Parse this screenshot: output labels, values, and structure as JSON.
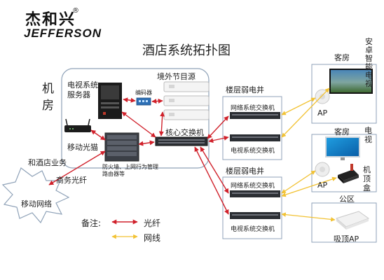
{
  "brand": {
    "name_cn": "杰和兴",
    "registered": "®",
    "name_en": "JEFFERSON"
  },
  "title": "酒店系统拓扑图",
  "machine_room": {
    "label_line1": "机",
    "label_line2": "房",
    "tv_server": {
      "line1": "电视系统",
      "line2": "服务器"
    },
    "encoder": "编码器",
    "external_source": "境外节目源",
    "core_switch": "核心交换机",
    "mobile_modem": "移动光猫",
    "firewall": {
      "line1": "防火墙、上网行为管理",
      "line2": "路由器等"
    }
  },
  "external": {
    "hotel_business": "和酒店业务",
    "business_fiber": "商务光纤",
    "mobile_network": "移动网络"
  },
  "floor_wells": [
    {
      "title": "楼层弱电井",
      "net_switch": "网络系统交换机",
      "tv_switch": "电视系统交换机"
    },
    {
      "title": "楼层弱电井",
      "net_switch": "网络系统交换机",
      "tv_switch": "电视系统交换机"
    }
  ],
  "rooms": [
    {
      "title": "客房",
      "tv_label": "安卓智能电视",
      "ap_label": "AP"
    },
    {
      "title": "客房",
      "tv_label": "电视",
      "stb_label": "机顶盒",
      "ap_label": "AP"
    }
  ],
  "public_area": {
    "title": "公区",
    "ap_label": "吸顶AP"
  },
  "legend": {
    "title": "备注:",
    "fiber": "光纤",
    "network": "网线"
  },
  "colors": {
    "fiber": "#d0212b",
    "network": "#f2c233",
    "box_border": "#8fa2b8"
  }
}
